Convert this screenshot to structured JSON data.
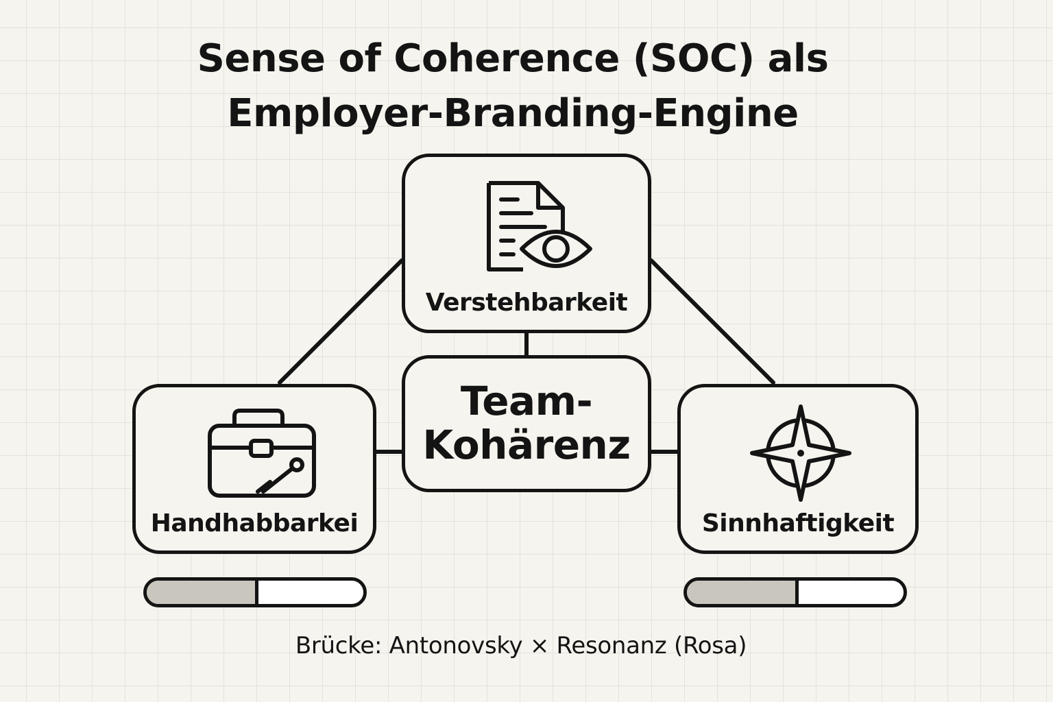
{
  "title": {
    "line1": "Sense of Coherence (SOC) als",
    "line2": "Employer-Branding-Engine"
  },
  "nodes": {
    "top": {
      "label": "Verstehbarkeit",
      "icon": "document-eye-icon"
    },
    "center": {
      "line1": "Team-",
      "line2": "Kohärenz"
    },
    "left": {
      "label": "Handhabbarkei",
      "icon": "briefcase-pen-icon"
    },
    "right": {
      "label": "Sinnhaftigkeit",
      "icon": "compass-star-icon"
    }
  },
  "progress": {
    "left": 0.5,
    "right": 0.5
  },
  "footer": "Brücke: Antonovsky × Resonanz (Rosa)",
  "colors": {
    "background": "#f6f4ee",
    "grid": "#e4e2dc",
    "ink": "#141414",
    "bar_fill": "#c9c7bd"
  }
}
